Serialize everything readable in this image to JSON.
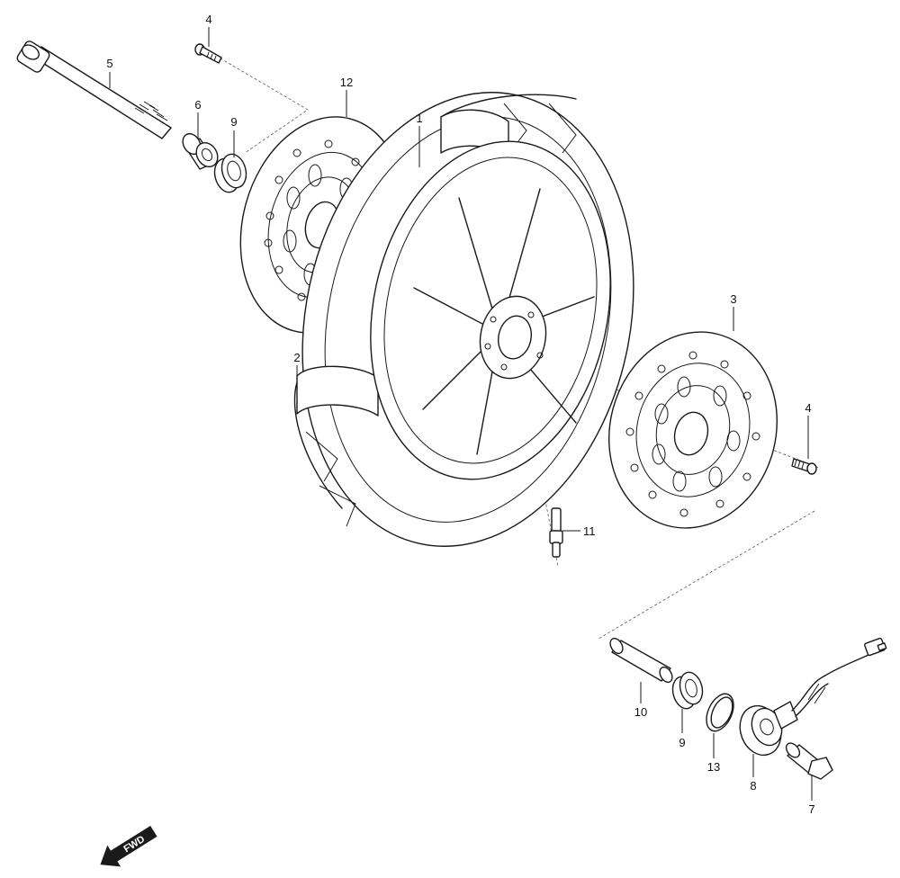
{
  "callouts": {
    "c1": "1",
    "c2": "2",
    "c3": "3",
    "c4a": "4",
    "c4b": "4",
    "c5": "5",
    "c6": "6",
    "c7": "7",
    "c8": "8",
    "c9a": "9",
    "c9b": "9",
    "c10": "10",
    "c11": "11",
    "c12": "12",
    "c13": "13"
  },
  "direction_arrow": {
    "label": "FWD"
  },
  "colors": {
    "line": "#1a1a1a",
    "background": "#ffffff"
  }
}
